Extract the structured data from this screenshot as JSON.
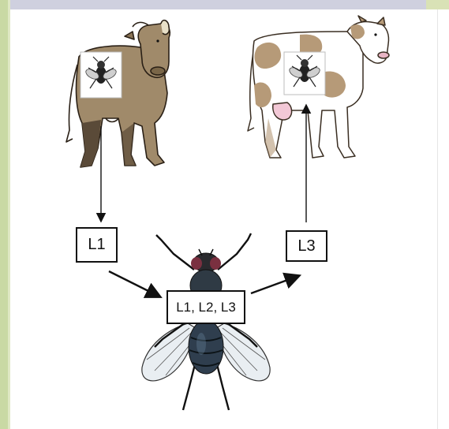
{
  "diagram": {
    "stages": {
      "left": "L1",
      "right": "L3",
      "center": "L1, L2, L3"
    },
    "nodes": [
      "brown-cow",
      "dairy-cow",
      "fly"
    ]
  }
}
